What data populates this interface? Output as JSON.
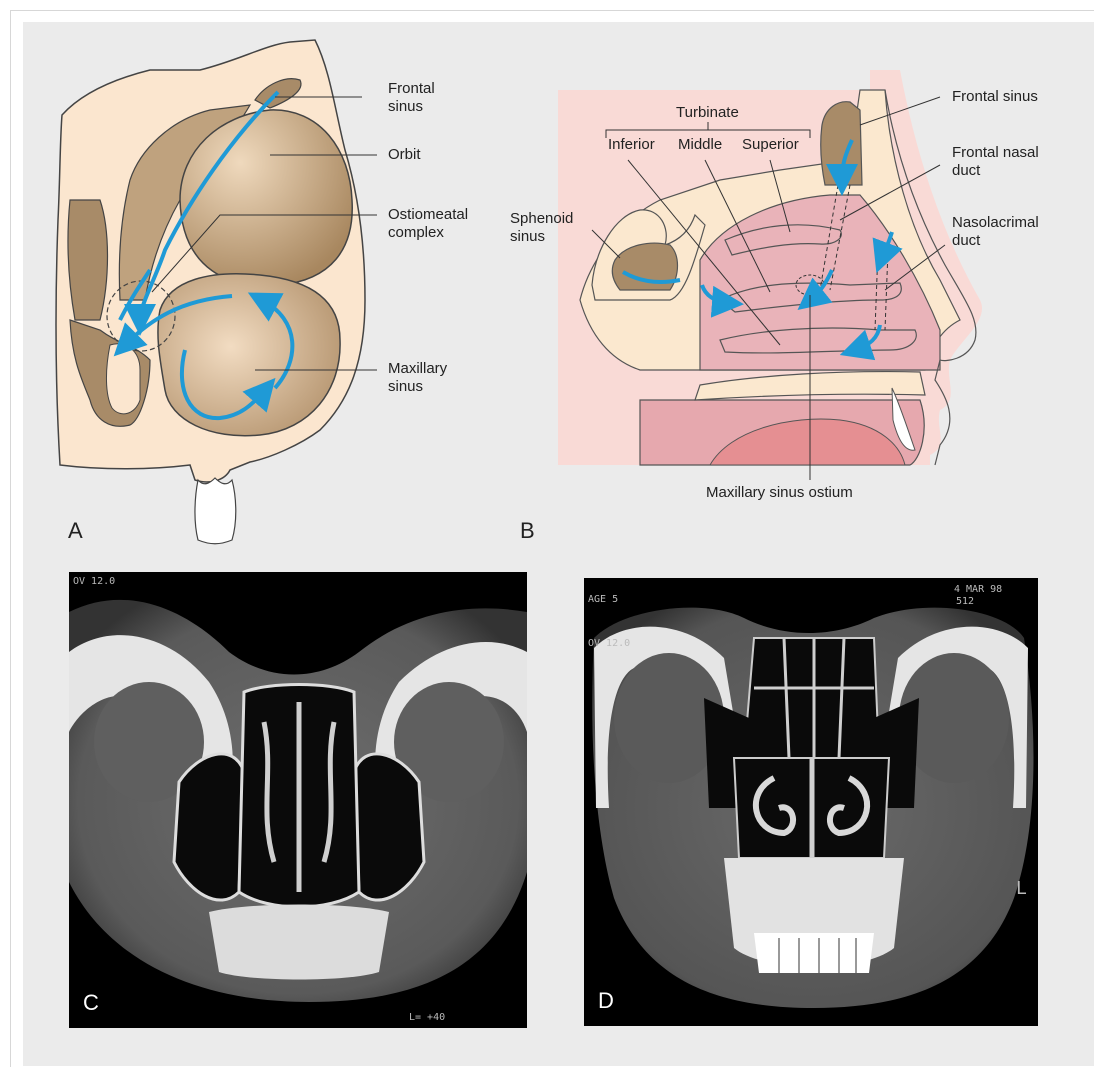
{
  "panel_a": {
    "letter": "A",
    "labels": {
      "frontal_sinus": "Frontal\nsinus",
      "orbit": "Orbit",
      "ostiomeatal_complex": "Ostiomeatal\ncomplex",
      "maxillary_sinus": "Maxillary\nsinus"
    }
  },
  "panel_b": {
    "letter": "B",
    "labels": {
      "turbinate": "Turbinate",
      "inferior": "Inferior",
      "middle": "Middle",
      "superior": "Superior",
      "frontal_sinus": "Frontal sinus",
      "frontal_nasal_duct": "Frontal nasal\nduct",
      "sphenoid_sinus": "Sphenoid\nsinus",
      "nasolacrimal_duct": "Nasolacrimal\nduct",
      "maxillary_sinus_ostium": "Maxillary sinus ostium"
    }
  },
  "panel_c": {
    "letter": "C",
    "overlay": {
      "fov": "OV 12.0",
      "l": "L= +40"
    }
  },
  "panel_d": {
    "letter": "D",
    "overlay": {
      "date": "4 MAR 98",
      "num": "512",
      "age": "AGE 5",
      "fov": "OV 12.0",
      "side": "L"
    }
  },
  "colors": {
    "background": "#ebebeb",
    "skin": "#fbe9d4",
    "sinus_brown": "#a98e6e",
    "arrow_blue": "#1f9ad6",
    "nasal_pink": "#e9b3b9"
  }
}
